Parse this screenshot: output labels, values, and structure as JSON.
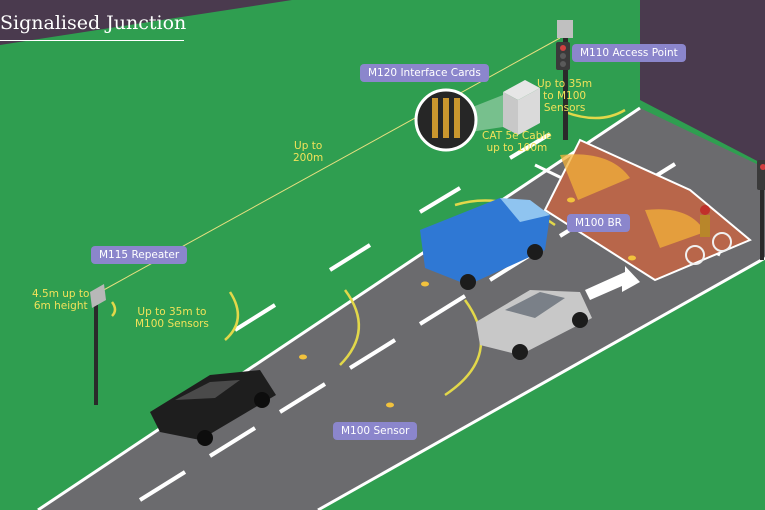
{
  "title": "Signalised Junction",
  "labels": {
    "access_point": "M110 Access Point",
    "interface_cards": "M120 Interface Cards",
    "repeater": "M115 Repeater",
    "m100_br": "M100 BR",
    "m100_sensor": "M100 Sensor"
  },
  "notes": {
    "ap_range_1": "Up to 35m",
    "ap_range_2": "to M100",
    "ap_range_3": "Sensors",
    "cable_1": "CAT 5e Cable",
    "cable_2": "up to 100m",
    "link_1": "Up to",
    "link_2": "200m",
    "height_1": "4.5m up to",
    "height_2": "6m height",
    "rep_range_1": "Up to 35m to",
    "rep_range_2": "M100 Sensors"
  },
  "colors": {
    "grass": "#2f9e50",
    "road": "#6b6b6e",
    "border": "#4a3a4e",
    "box": "#b8664a",
    "label_bg": "#8b86cc",
    "note_text": "#f1e25a"
  }
}
